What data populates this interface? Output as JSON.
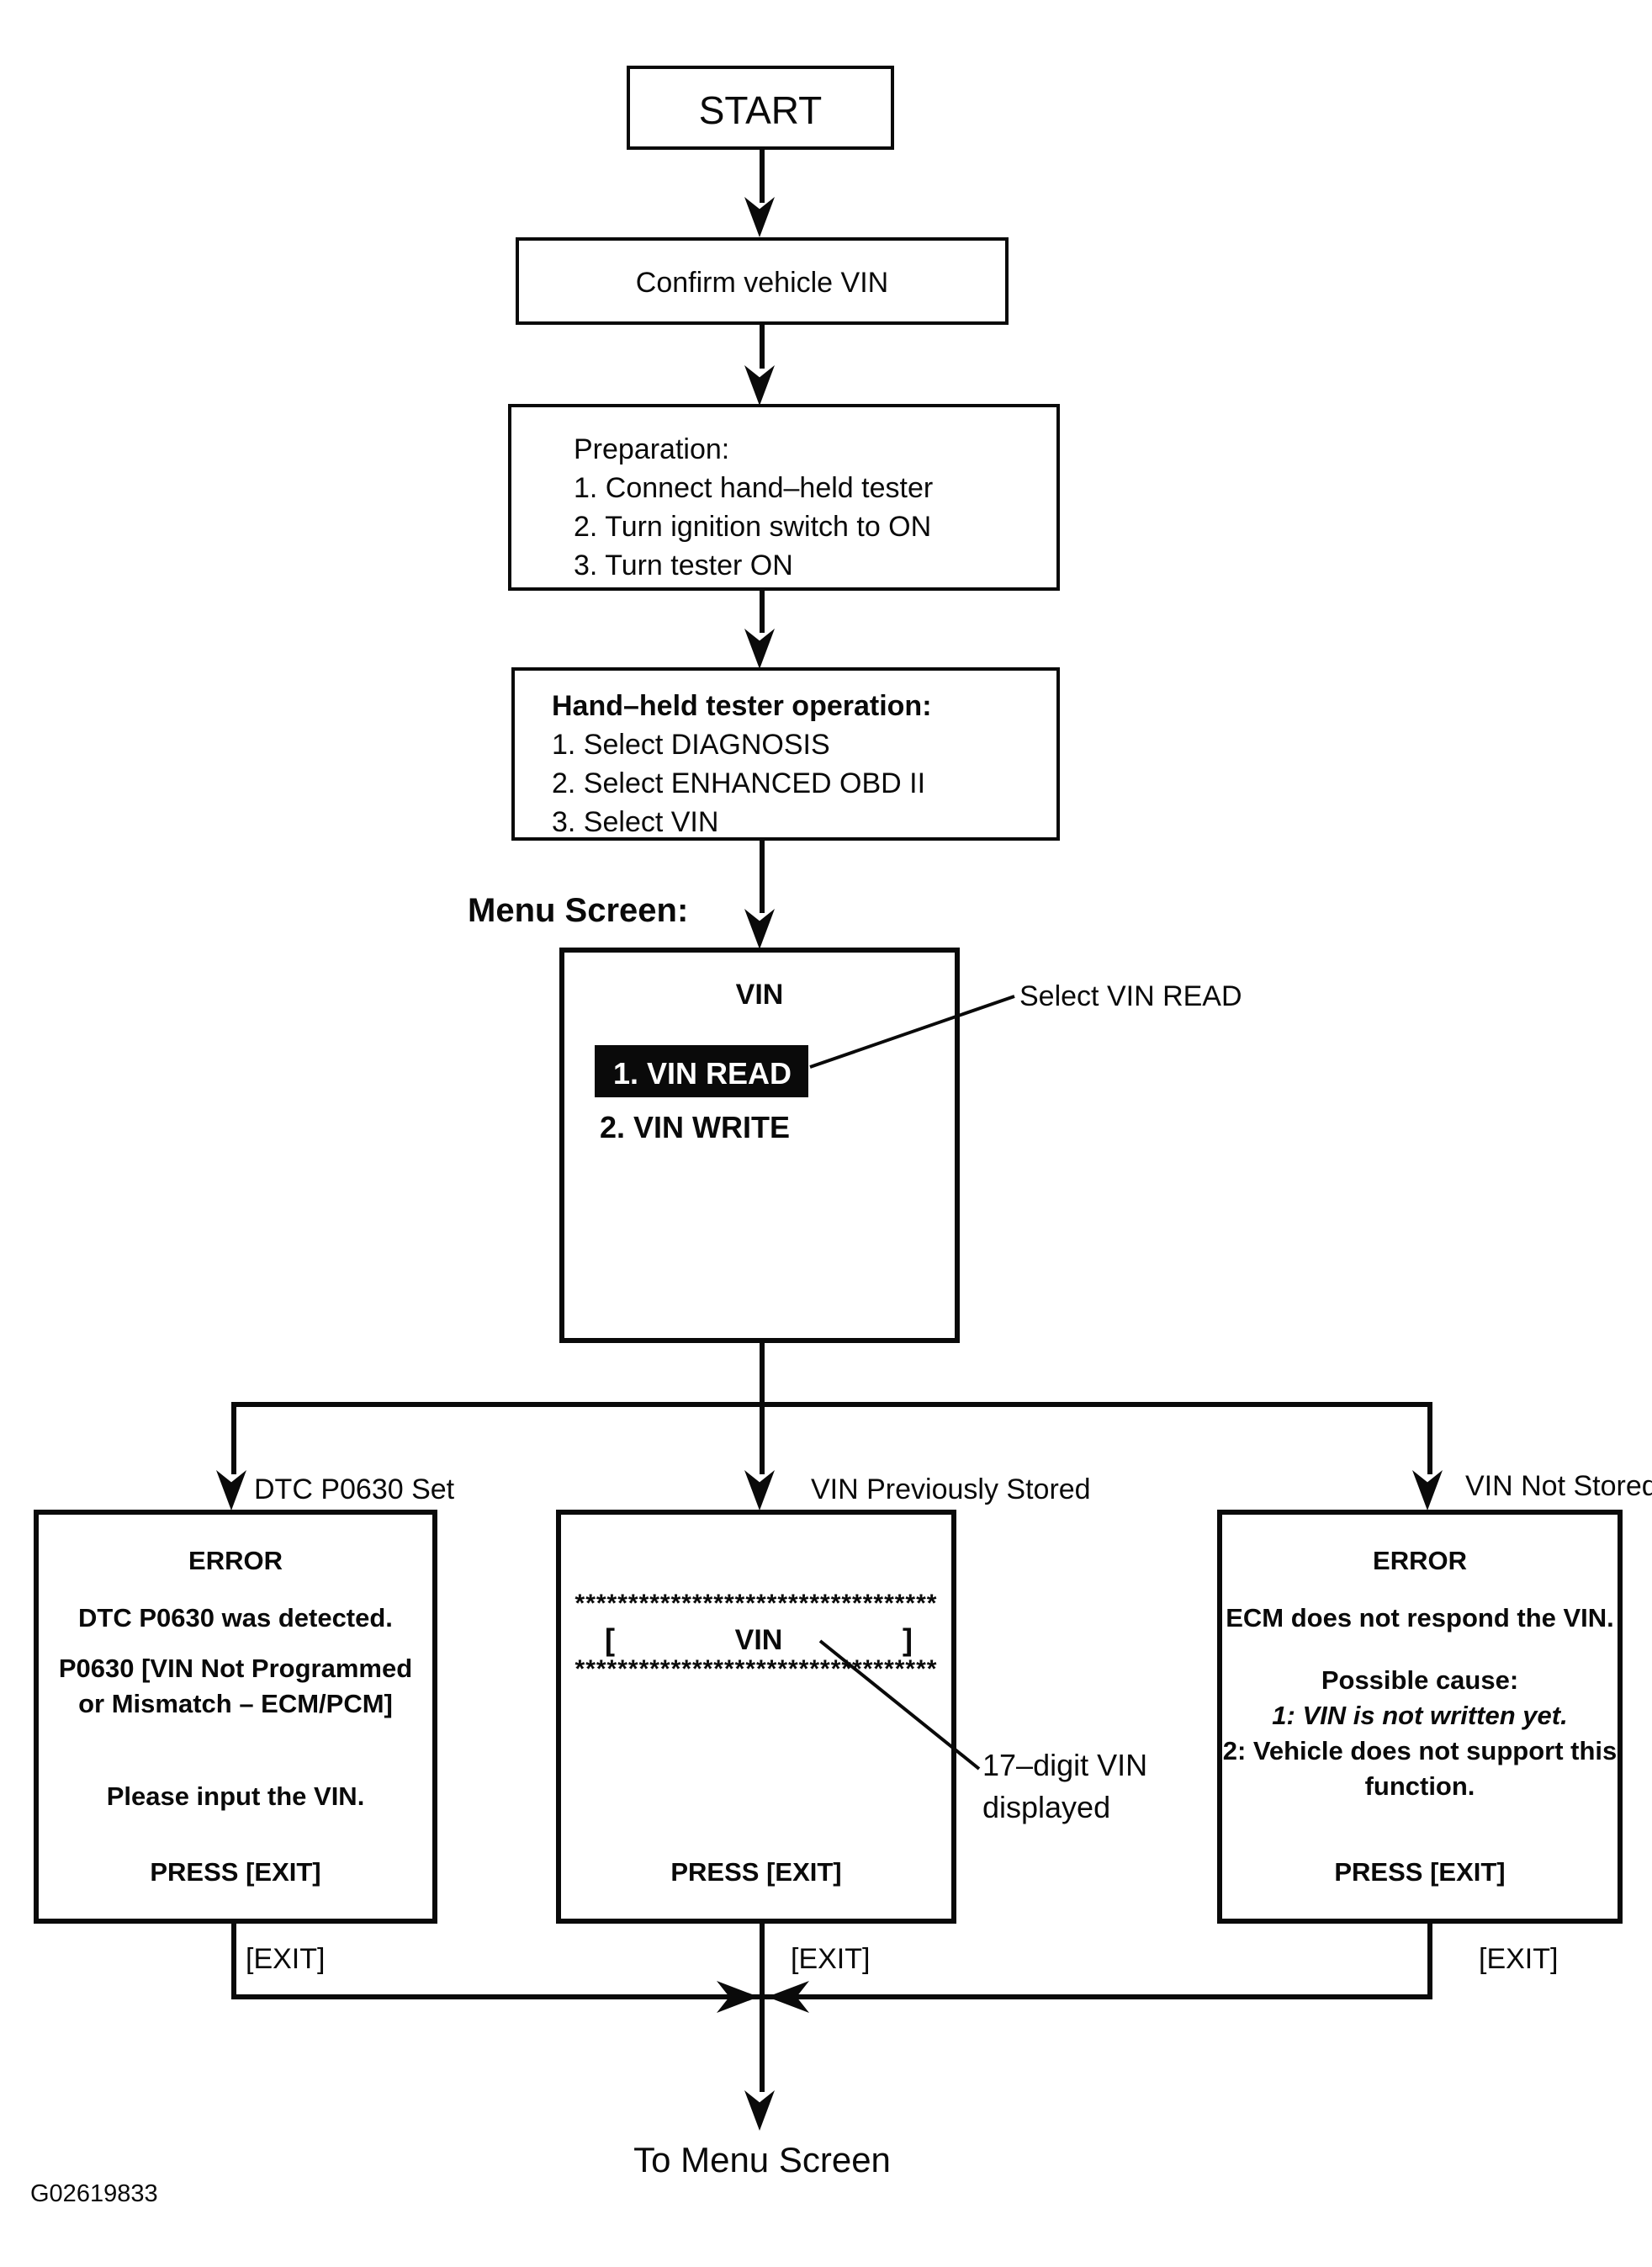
{
  "colors": {
    "ink": "#0a0a0a",
    "paper": "#ffffff",
    "highlight_bg": "#0a0a0a",
    "highlight_text": "#ffffff"
  },
  "nodes": {
    "start": "START",
    "confirm": "Confirm vehicle VIN",
    "preparation": {
      "title": "Preparation:",
      "steps": [
        "1. Connect hand–held tester",
        "2. Turn ignition switch to ON",
        "3. Turn tester ON"
      ]
    },
    "tester": {
      "title": "Hand–held tester operation:",
      "steps": [
        "1. Select DIAGNOSIS",
        "2. Select ENHANCED OBD II",
        "3. Select VIN"
      ]
    }
  },
  "menu": {
    "section_label": "Menu Screen:",
    "screen_title": "VIN",
    "item_selected": "1. VIN READ",
    "item_unselected": "2. VIN WRITE",
    "callout": "Select VIN READ"
  },
  "branches": {
    "dtc": {
      "label": "DTC P0630 Set",
      "title": "ERROR",
      "line1": "DTC P0630 was detected.",
      "line2": "P0630 [VIN Not Programmed",
      "line3": "or Mismatch – ECM/PCM]",
      "line4": "Please input the VIN.",
      "press": "PRESS [EXIT]",
      "exit": "[EXIT]"
    },
    "stored": {
      "label": "VIN Previously Stored",
      "stars": "**********************************",
      "bracket_open": "[",
      "vin": "VIN",
      "bracket_close": "]",
      "press": "PRESS [EXIT]",
      "exit": "[EXIT]",
      "callout_line1": "17–digit VIN",
      "callout_line2": "displayed"
    },
    "notstored": {
      "label": "VIN Not Stored",
      "title": "ERROR",
      "line1": "ECM does not respond the VIN.",
      "line2": "Possible cause:",
      "line3": "1: VIN is not written yet.",
      "line4": "2: Vehicle does not support this",
      "line5": "function.",
      "press": "PRESS [EXIT]",
      "exit": "[EXIT]"
    }
  },
  "footer": {
    "to_menu": "To Menu Screen",
    "figure_code": "G02619833"
  }
}
